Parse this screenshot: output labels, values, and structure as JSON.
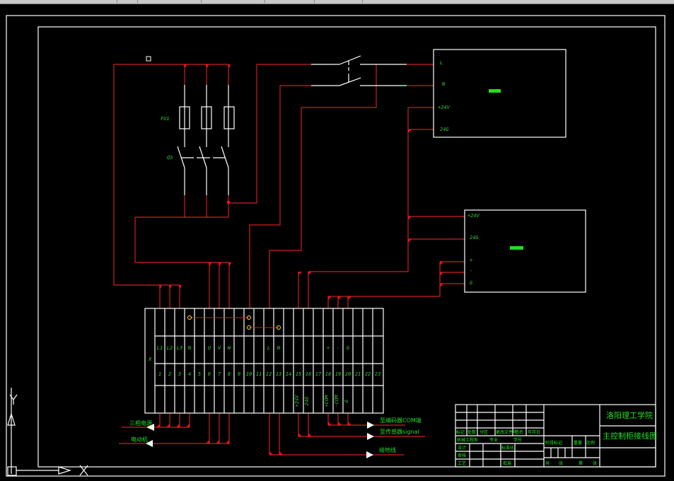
{
  "window": {
    "app": "CAD drawing viewer",
    "background": "#000000",
    "colors": {
      "frame": "#ffffff",
      "wire": "#cc2222",
      "text": "#33cc33",
      "terminal_dot": "#ffdd44"
    }
  },
  "drawing": {
    "title": "主控制柜接线图",
    "institution": "洛阳理工学院",
    "fuse_label": "FU1",
    "switch_label": "QS",
    "terminal_block_label": "X"
  },
  "device_1": {
    "name_text": "████",
    "pins": [
      "L",
      "N",
      "+24V",
      "24G"
    ]
  },
  "device_2": {
    "name_text": "█████",
    "pins": [
      "+24V",
      "24G",
      "+",
      "-",
      "G"
    ]
  },
  "terminal_block": {
    "top_labels": [
      "L1",
      "L2",
      "L3",
      "N",
      "",
      "U",
      "V",
      "W",
      "",
      "",
      "",
      "L",
      "N",
      "",
      "",
      "",
      "",
      "+",
      "-",
      "G",
      "",
      "",
      ""
    ],
    "numbers": [
      "1",
      "2",
      "3",
      "4",
      "5",
      "6",
      "7",
      "8",
      "9",
      "10",
      "11",
      "12",
      "13",
      "14",
      "15",
      "16",
      "17",
      "18",
      "19",
      "20",
      "21",
      "22",
      "23"
    ],
    "bottom_labels": [
      "",
      "",
      "",
      "",
      "",
      "",
      "",
      "",
      "",
      "",
      "",
      "",
      "",
      "",
      "+24V",
      "24G",
      "",
      "+COM",
      "-COM",
      "G",
      "",
      "",
      ""
    ]
  },
  "outgoing_cables": {
    "left": [
      "三相电源",
      "电动机"
    ],
    "right": [
      "至编码器COM端",
      "至传感器signal",
      "接地线"
    ]
  },
  "title_block": {
    "row_headers": [
      "标记",
      "处数",
      "分区",
      "更改文件号",
      "签名",
      "年月日"
    ],
    "row2": [
      "机械工程系",
      "专业",
      "学号"
    ],
    "left_rows": [
      "设计",
      "审核",
      "工艺"
    ],
    "mid_labels": [
      "标准化",
      "批准"
    ],
    "stage_headers": [
      "阶段标记",
      "重量",
      "比例"
    ],
    "sheet_labels": [
      "共",
      "张",
      "第",
      "张"
    ]
  },
  "ucs": {
    "x_label": "X",
    "y_label": "Y"
  }
}
